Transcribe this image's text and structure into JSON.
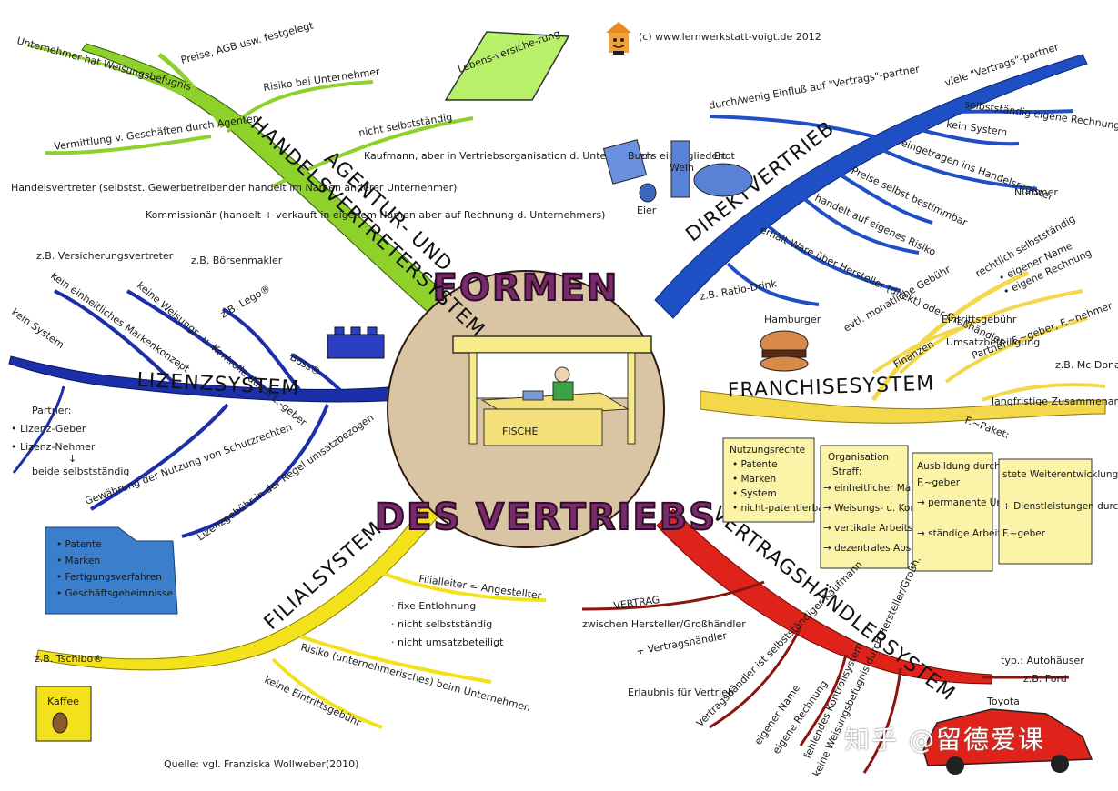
{
  "header": {
    "credit": "(c) www.lernwerkstatt-voigt.de 2012"
  },
  "center": {
    "title_top": "FORMEN",
    "title_bottom": "DES VERTRIEBS",
    "stall_sign": "FISCHE"
  },
  "branches": {
    "agentur": {
      "label_line1": "AGENTUR- UND",
      "label_line2": "HANDELSVERTRETERSYSTEM",
      "color": "#8dd12a",
      "items": [
        "Unternehmer hat Weisungsbefugnis",
        "Preise, AGB usw. festgelegt",
        "Risiko bei Unternehmer",
        "nicht selbstständig",
        "Kaufmann, aber in Vertriebsorganisation d. Unternehmens eingegliedert",
        "Vermittlung v. Geschäften durch Agenten",
        "Handelsvertreter (selbstst. Gewerbetreibender handelt im Namen anderer Unternehmer)",
        "z.B. Versicherungsvertreter",
        "Kommissionär (handelt + verkauft in eigenem Namen aber auf Rechnung d. Unternehmers)",
        "z.B. Börsenmakler"
      ],
      "scroll": "Lebens-versiche-rung"
    },
    "direkt": {
      "label": "DIREKTVERTRIEB",
      "color": "#1f4fc4",
      "items": [
        "viele \"Vertrags\"-partner",
        "durch/wenig Einfluß auf \"Vertrags\"-partner",
        "selbstständig eigene Rechnung",
        "kein System",
        "eingetragen ins Handelsregister",
        "Nummer",
        "Preise selbst bestimmbar",
        "handelt auf eigenes Risiko",
        "erhält Ware über Hersteller (direkt) oder Großhändler",
        "z.B. Ratio-Drink"
      ],
      "food_labels": [
        "Buch",
        "Wein",
        "Brot",
        "Eier"
      ]
    },
    "lizenz": {
      "label": "LIZENZSYSTEM",
      "color": "#1a2fa8",
      "items": [
        "kein einheitliches Markenkonzept",
        "kein System",
        "keine Weisungs- u. Kontrolle durch L.-geber",
        "z.B. Lego®",
        "Boss®",
        "Partner:",
        "• Lizenz-Geber",
        "• Lizenz-Nehmer",
        "↓",
        "beide selbstständig",
        "Gewährung der Nutzung von Schutzrechten",
        "Lizenzgebühr in der Regel umsatzbezogen"
      ],
      "blue_box": [
        "• Patente",
        "• Marken",
        "• Fertigungsverfahren",
        "• Geschäftsgeheimnisse"
      ]
    },
    "franchise": {
      "label": "FRANCHISESYSTEM",
      "color": "#f2d84a",
      "items": [
        "rechtlich selbstständig",
        "• eigener Name",
        "• eigene Rechnung",
        "Eintrittsgebühr",
        "evtl. monatliche Gebühr",
        "Finanzen",
        "Umsatzbeteiligung",
        "Partner: F.~geber, F.~nehmer",
        "z.B. Mc Donalds",
        "Hamburger",
        "langfristige Zusammenarbeit",
        "F.~Paket:"
      ],
      "boxes": [
        [
          "Nutzungsrechte",
          "• Patente",
          "• Marken",
          "• System",
          "• nicht-patentierbare Ideen"
        ],
        [
          "Organisation",
          "Straff:",
          "→ einheitlicher Marktauftritt",
          "→ Weisungs- u. Kontrollsystem",
          "→ vertikale Arbeitsteilung",
          "→ dezentrales Absatzsystem"
        ],
        [
          "Ausbildung durch",
          "F.~geber",
          "→ permanente Unterstützung",
          "→ ständige Arbeit am System"
        ],
        [
          "stete Weiterentwicklung d. Produkte",
          "+ Dienstleistungen durch",
          "F.~geber"
        ]
      ]
    },
    "filial": {
      "label": "FILIALSYSTEM",
      "color": "#f3e21b",
      "items": [
        "Filialleiter = Angestellter",
        "· fixe Entlohnung",
        "· nicht selbstständig",
        "· nicht umsatzbeteiligt",
        "z.B. Tschibo®",
        "Risiko (unternehmerisches) beim Unternehmen",
        "keine Eintrittsgebühr"
      ],
      "cup_label": "Kaffee"
    },
    "vertragshaendler": {
      "label": "VERTRAGSHÄNDLERSYSTEM",
      "color": "#e0231a",
      "items": [
        "VERTRAG",
        "zwischen Hersteller/Großhändler",
        "+ Vertragshändler",
        "Erlaubnis für Vertrieb",
        "Vertragshändler ist selbstständiger Kaufmann",
        "eigener Name",
        "eigene Rechnung",
        "fehlendes Kontrollsystem",
        "keine Weisungsbefugnis durch Hersteller/Großh.",
        "typ.: Autohäuser",
        "z.B. Ford",
        "Toyota"
      ]
    }
  },
  "footer": {
    "source": "Quelle: vgl. Franziska Wollweber(2010)"
  },
  "watermark": "知乎 @留德爱课"
}
